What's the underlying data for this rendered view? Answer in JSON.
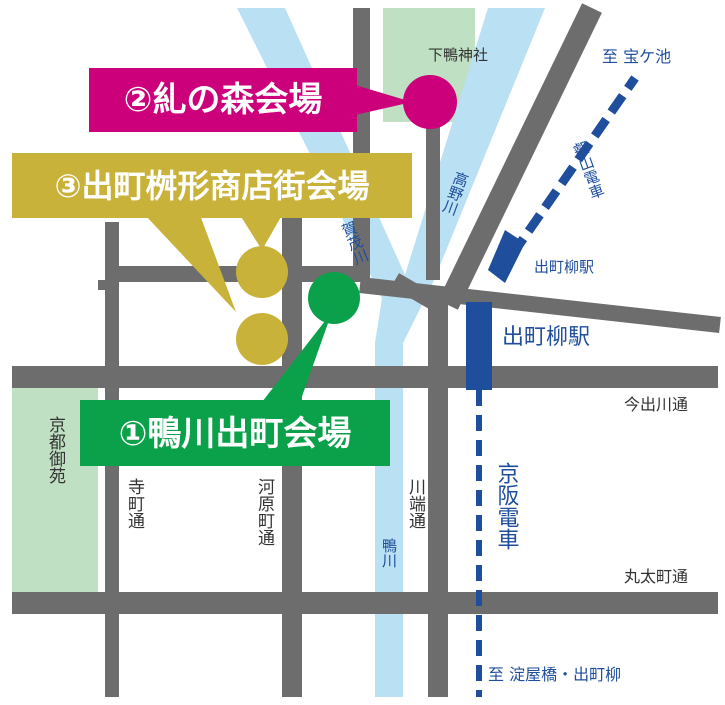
{
  "colors": {
    "river": "#b9e0f3",
    "road": "#6d6d6e",
    "park": "#bfe0c3",
    "rail": "#1f4e9c",
    "venue1": "#0aa14a",
    "venue2": "#cc007a",
    "venue3": "#c9b23a",
    "label_text": "#333333"
  },
  "venues": [
    {
      "id": "1",
      "label": "①鴨川出町会場",
      "color": "#0aa14a"
    },
    {
      "id": "2",
      "label": "②糺の森会場",
      "color": "#cc007a"
    },
    {
      "id": "3",
      "label": "③出町桝形商店街会場",
      "color": "#c9b23a"
    }
  ],
  "places": {
    "shrine": "下鴨神社",
    "gosho": "京都御苑",
    "to_takaragaike": "至 宝ケ池",
    "to_yodoyabashi": "至 淀屋橋・出町柳"
  },
  "rivers": {
    "kamo_upper": "賀茂川",
    "takano": "高野川",
    "kamo_lower": "鴨川"
  },
  "streets": {
    "teramachi": "寺町通",
    "kawaramachi": "河原町通",
    "kawabata": "川端通",
    "imadegawa": "今出川通",
    "marutamachi": "丸太町通"
  },
  "railways": {
    "eizan": "叡山電車",
    "eizan_station": "出町柳駅",
    "keihan": "京阪電車",
    "keihan_station": "出町柳駅"
  }
}
